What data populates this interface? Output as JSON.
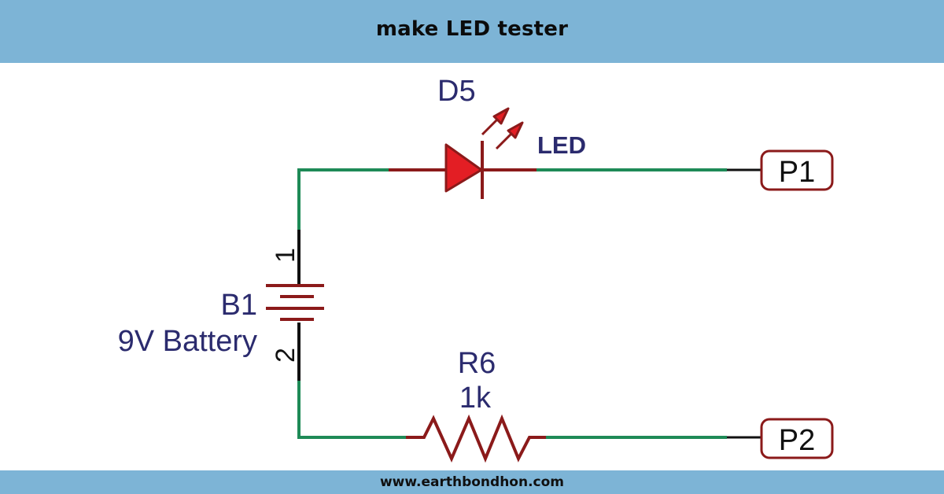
{
  "header": {
    "title": "make LED tester"
  },
  "footer": {
    "url": "www.earthbondhon.com"
  },
  "colors": {
    "banner": "#7db4d6",
    "wire": "#1e8a57",
    "component": "#8b1a1a",
    "led_fill": "#e31e24",
    "label_text": "#2b2b6e",
    "lead": "#111111"
  },
  "components": {
    "led": {
      "designator": "D5",
      "value": "LED",
      "type": "led-icon"
    },
    "battery": {
      "designator": "B1",
      "value": "9V Battery",
      "pin_positive": "1",
      "pin_negative": "2",
      "type": "battery-icon"
    },
    "resistor": {
      "designator": "R6",
      "value": "1k",
      "type": "resistor-icon"
    },
    "port1": {
      "label": "P1",
      "type": "port-icon"
    },
    "port2": {
      "label": "P2",
      "type": "port-icon"
    }
  }
}
